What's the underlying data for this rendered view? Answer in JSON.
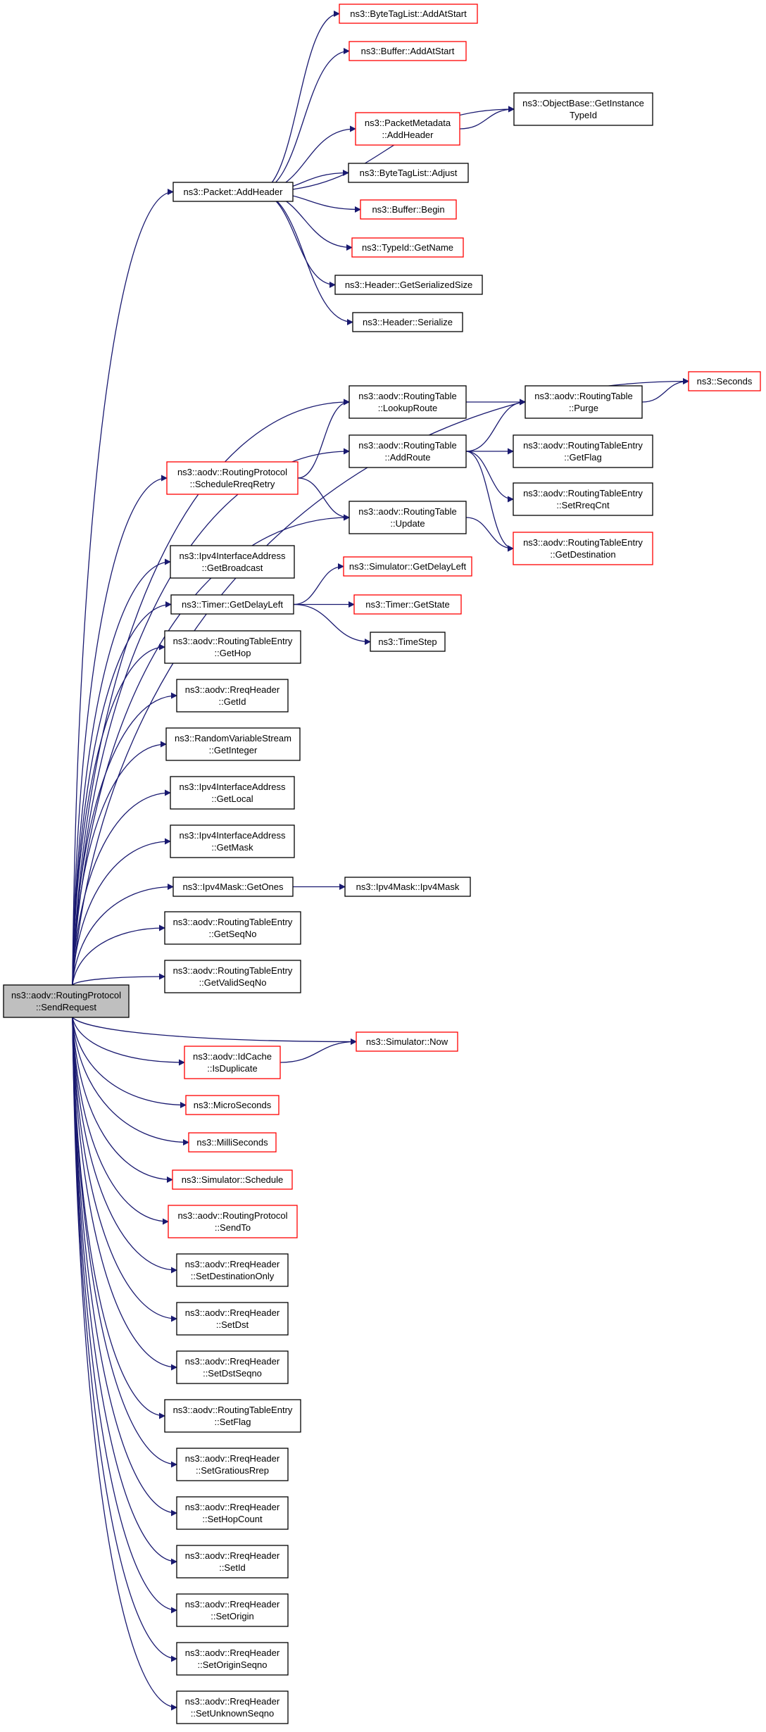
{
  "colors": {
    "edge": "#191970",
    "node_border_default": "#000000",
    "node_border_truncated": "#ff0000",
    "node_fill_root": "#bfbfbf",
    "node_fill": "#ffffff"
  },
  "nodes": [
    {
      "id": "send_request",
      "lines": [
        "ns3::aodv::RoutingProtocol",
        "::SendRequest"
      ],
      "style": "root"
    },
    {
      "id": "packet_addheader",
      "lines": [
        "ns3::Packet::AddHeader"
      ],
      "style": "normal"
    },
    {
      "id": "bytetaglist_addatstart",
      "lines": [
        "ns3::ByteTagList::AddAtStart"
      ],
      "style": "truncated"
    },
    {
      "id": "buffer_addatstart",
      "lines": [
        "ns3::Buffer::AddAtStart"
      ],
      "style": "truncated"
    },
    {
      "id": "objectbase_getinstancetypeid",
      "lines": [
        "ns3::ObjectBase::GetInstance",
        "TypeId"
      ],
      "style": "normal"
    },
    {
      "id": "packetmetadata_addheader",
      "lines": [
        "ns3::PacketMetadata",
        "::AddHeader"
      ],
      "style": "truncated"
    },
    {
      "id": "bytetaglist_adjust",
      "lines": [
        "ns3::ByteTagList::Adjust"
      ],
      "style": "normal"
    },
    {
      "id": "buffer_begin",
      "lines": [
        "ns3::Buffer::Begin"
      ],
      "style": "truncated"
    },
    {
      "id": "typeid_getname",
      "lines": [
        "ns3::TypeId::GetName"
      ],
      "style": "truncated"
    },
    {
      "id": "header_getserializedsize",
      "lines": [
        "ns3::Header::GetSerializedSize"
      ],
      "style": "normal"
    },
    {
      "id": "header_serialize",
      "lines": [
        "ns3::Header::Serialize"
      ],
      "style": "normal"
    },
    {
      "id": "seconds",
      "lines": [
        "ns3::Seconds"
      ],
      "style": "truncated"
    },
    {
      "id": "routingtable_lookuproute",
      "lines": [
        "ns3::aodv::RoutingTable",
        "::LookupRoute"
      ],
      "style": "normal"
    },
    {
      "id": "routingtable_purge",
      "lines": [
        "ns3::aodv::RoutingTable",
        "::Purge"
      ],
      "style": "normal"
    },
    {
      "id": "routingtable_addroute",
      "lines": [
        "ns3::aodv::RoutingTable",
        "::AddRoute"
      ],
      "style": "normal"
    },
    {
      "id": "rte_getflag",
      "lines": [
        "ns3::aodv::RoutingTableEntry",
        "::GetFlag"
      ],
      "style": "normal"
    },
    {
      "id": "rp_schedulerreqretry",
      "lines": [
        "ns3::aodv::RoutingProtocol",
        "::ScheduleRreqRetry"
      ],
      "style": "truncated"
    },
    {
      "id": "rte_setrreqcnt",
      "lines": [
        "ns3::aodv::RoutingTableEntry",
        "::SetRreqCnt"
      ],
      "style": "normal"
    },
    {
      "id": "routingtable_update",
      "lines": [
        "ns3::aodv::RoutingTable",
        "::Update"
      ],
      "style": "normal"
    },
    {
      "id": "rte_getdestination",
      "lines": [
        "ns3::aodv::RoutingTableEntry",
        "::GetDestination"
      ],
      "style": "truncated"
    },
    {
      "id": "ipv4ifaddr_getbroadcast",
      "lines": [
        "ns3::Ipv4InterfaceAddress",
        "::GetBroadcast"
      ],
      "style": "normal"
    },
    {
      "id": "simulator_getdelayleft",
      "lines": [
        "ns3::Simulator::GetDelayLeft"
      ],
      "style": "truncated"
    },
    {
      "id": "timer_getdelayleft",
      "lines": [
        "ns3::Timer::GetDelayLeft"
      ],
      "style": "normal"
    },
    {
      "id": "timer_getstate",
      "lines": [
        "ns3::Timer::GetState"
      ],
      "style": "truncated"
    },
    {
      "id": "timestep",
      "lines": [
        "ns3::TimeStep"
      ],
      "style": "normal"
    },
    {
      "id": "rte_gethop",
      "lines": [
        "ns3::aodv::RoutingTableEntry",
        "::GetHop"
      ],
      "style": "normal"
    },
    {
      "id": "rreq_getid",
      "lines": [
        "ns3::aodv::RreqHeader",
        "::GetId"
      ],
      "style": "normal"
    },
    {
      "id": "rvs_getinteger",
      "lines": [
        "ns3::RandomVariableStream",
        "::GetInteger"
      ],
      "style": "normal"
    },
    {
      "id": "ipv4ifaddr_getlocal",
      "lines": [
        "ns3::Ipv4InterfaceAddress",
        "::GetLocal"
      ],
      "style": "normal"
    },
    {
      "id": "ipv4ifaddr_getmask",
      "lines": [
        "ns3::Ipv4InterfaceAddress",
        "::GetMask"
      ],
      "style": "normal"
    },
    {
      "id": "ipv4mask_getones",
      "lines": [
        "ns3::Ipv4Mask::GetOnes"
      ],
      "style": "normal"
    },
    {
      "id": "ipv4mask_ipv4mask",
      "lines": [
        "ns3::Ipv4Mask::Ipv4Mask"
      ],
      "style": "normal"
    },
    {
      "id": "rte_getseqno",
      "lines": [
        "ns3::aodv::RoutingTableEntry",
        "::GetSeqNo"
      ],
      "style": "normal"
    },
    {
      "id": "rte_getvalidseqno",
      "lines": [
        "ns3::aodv::RoutingTableEntry",
        "::GetValidSeqNo"
      ],
      "style": "normal"
    },
    {
      "id": "simulator_now",
      "lines": [
        "ns3::Simulator::Now"
      ],
      "style": "truncated"
    },
    {
      "id": "idcache_isduplicate",
      "lines": [
        "ns3::aodv::IdCache",
        "::IsDuplicate"
      ],
      "style": "truncated"
    },
    {
      "id": "microseconds",
      "lines": [
        "ns3::MicroSeconds"
      ],
      "style": "truncated"
    },
    {
      "id": "milliseconds",
      "lines": [
        "ns3::MilliSeconds"
      ],
      "style": "truncated"
    },
    {
      "id": "simulator_schedule",
      "lines": [
        "ns3::Simulator::Schedule"
      ],
      "style": "truncated"
    },
    {
      "id": "rp_sendto",
      "lines": [
        "ns3::aodv::RoutingProtocol",
        "::SendTo"
      ],
      "style": "truncated"
    },
    {
      "id": "rreq_setdestinationonly",
      "lines": [
        "ns3::aodv::RreqHeader",
        "::SetDestinationOnly"
      ],
      "style": "normal"
    },
    {
      "id": "rreq_setdst",
      "lines": [
        "ns3::aodv::RreqHeader",
        "::SetDst"
      ],
      "style": "normal"
    },
    {
      "id": "rreq_setdstseqno",
      "lines": [
        "ns3::aodv::RreqHeader",
        "::SetDstSeqno"
      ],
      "style": "normal"
    },
    {
      "id": "rte_setflag",
      "lines": [
        "ns3::aodv::RoutingTableEntry",
        "::SetFlag"
      ],
      "style": "normal"
    },
    {
      "id": "rreq_setgratiousrrep",
      "lines": [
        "ns3::aodv::RreqHeader",
        "::SetGratiousRrep"
      ],
      "style": "normal"
    },
    {
      "id": "rreq_sethopcount",
      "lines": [
        "ns3::aodv::RreqHeader",
        "::SetHopCount"
      ],
      "style": "normal"
    },
    {
      "id": "rreq_setid",
      "lines": [
        "ns3::aodv::RreqHeader",
        "::SetId"
      ],
      "style": "normal"
    },
    {
      "id": "rreq_setorigin",
      "lines": [
        "ns3::aodv::RreqHeader",
        "::SetOrigin"
      ],
      "style": "normal"
    },
    {
      "id": "rreq_setoriginseqno",
      "lines": [
        "ns3::aodv::RreqHeader",
        "::SetOriginSeqno"
      ],
      "style": "normal"
    },
    {
      "id": "rreq_setunknownseqno",
      "lines": [
        "ns3::aodv::RreqHeader",
        "::SetUnknownSeqno"
      ],
      "style": "normal"
    }
  ],
  "edges": [
    [
      "send_request",
      "packet_addheader"
    ],
    [
      "packet_addheader",
      "bytetaglist_addatstart"
    ],
    [
      "packet_addheader",
      "buffer_addatstart"
    ],
    [
      "packet_addheader",
      "objectbase_getinstancetypeid"
    ],
    [
      "packet_addheader",
      "packetmetadata_addheader"
    ],
    [
      "packetmetadata_addheader",
      "objectbase_getinstancetypeid"
    ],
    [
      "packet_addheader",
      "bytetaglist_adjust"
    ],
    [
      "packet_addheader",
      "buffer_begin"
    ],
    [
      "packet_addheader",
      "typeid_getname"
    ],
    [
      "packet_addheader",
      "header_getserializedsize"
    ],
    [
      "packet_addheader",
      "header_serialize"
    ],
    [
      "send_request",
      "seconds"
    ],
    [
      "send_request",
      "routingtable_lookuproute"
    ],
    [
      "routingtable_lookuproute",
      "routingtable_purge"
    ],
    [
      "routingtable_purge",
      "seconds"
    ],
    [
      "send_request",
      "routingtable_addroute"
    ],
    [
      "routingtable_addroute",
      "routingtable_purge"
    ],
    [
      "routingtable_addroute",
      "rte_getflag"
    ],
    [
      "routingtable_addroute",
      "rte_setrreqcnt"
    ],
    [
      "routingtable_addroute",
      "rte_getdestination"
    ],
    [
      "send_request",
      "rp_schedulerreqretry"
    ],
    [
      "rp_schedulerreqretry",
      "routingtable_lookuproute"
    ],
    [
      "rp_schedulerreqretry",
      "routingtable_update"
    ],
    [
      "send_request",
      "routingtable_update"
    ],
    [
      "routingtable_update",
      "rte_getdestination"
    ],
    [
      "send_request",
      "ipv4ifaddr_getbroadcast"
    ],
    [
      "send_request",
      "timer_getdelayleft"
    ],
    [
      "timer_getdelayleft",
      "simulator_getdelayleft"
    ],
    [
      "timer_getdelayleft",
      "timer_getstate"
    ],
    [
      "timer_getdelayleft",
      "timestep"
    ],
    [
      "send_request",
      "rte_gethop"
    ],
    [
      "send_request",
      "rreq_getid"
    ],
    [
      "send_request",
      "rvs_getinteger"
    ],
    [
      "send_request",
      "ipv4ifaddr_getlocal"
    ],
    [
      "send_request",
      "ipv4ifaddr_getmask"
    ],
    [
      "send_request",
      "ipv4mask_getones"
    ],
    [
      "ipv4mask_getones",
      "ipv4mask_ipv4mask"
    ],
    [
      "send_request",
      "rte_getseqno"
    ],
    [
      "send_request",
      "rte_getvalidseqno"
    ],
    [
      "send_request",
      "simulator_now"
    ],
    [
      "send_request",
      "idcache_isduplicate"
    ],
    [
      "idcache_isduplicate",
      "simulator_now"
    ],
    [
      "send_request",
      "microseconds"
    ],
    [
      "send_request",
      "milliseconds"
    ],
    [
      "send_request",
      "simulator_schedule"
    ],
    [
      "send_request",
      "rp_sendto"
    ],
    [
      "send_request",
      "rreq_setdestinationonly"
    ],
    [
      "send_request",
      "rreq_setdst"
    ],
    [
      "send_request",
      "rreq_setdstseqno"
    ],
    [
      "send_request",
      "rte_setflag"
    ],
    [
      "send_request",
      "rreq_setgratiousrrep"
    ],
    [
      "send_request",
      "rreq_sethopcount"
    ],
    [
      "send_request",
      "rreq_setid"
    ],
    [
      "send_request",
      "rreq_setorigin"
    ],
    [
      "send_request",
      "rreq_setoriginseqno"
    ],
    [
      "send_request",
      "rreq_setunknownseqno"
    ]
  ]
}
